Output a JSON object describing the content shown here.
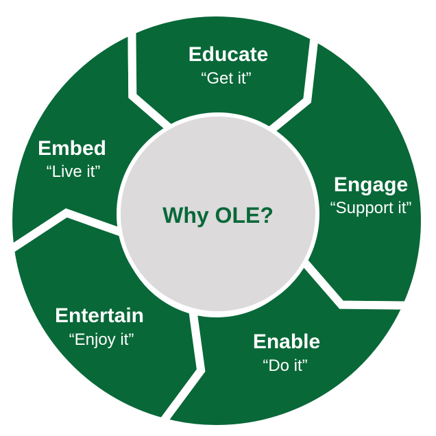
{
  "diagram": {
    "center_label": "Why OLE?",
    "segments": [
      {
        "title": "Educate",
        "subtitle": "“Get it”"
      },
      {
        "title": "Engage",
        "subtitle": "“Support it”"
      },
      {
        "title": "Enable",
        "subtitle": "“Do it”"
      },
      {
        "title": "Entertain",
        "subtitle": "“Enjoy it”"
      },
      {
        "title": "Embed",
        "subtitle": "“Live it”"
      }
    ]
  },
  "colors": {
    "segment_fill": "#086838",
    "segment_text": "#ffffff",
    "center_fill": "#dcdadb",
    "center_text": "#086838",
    "background": "#ffffff"
  }
}
